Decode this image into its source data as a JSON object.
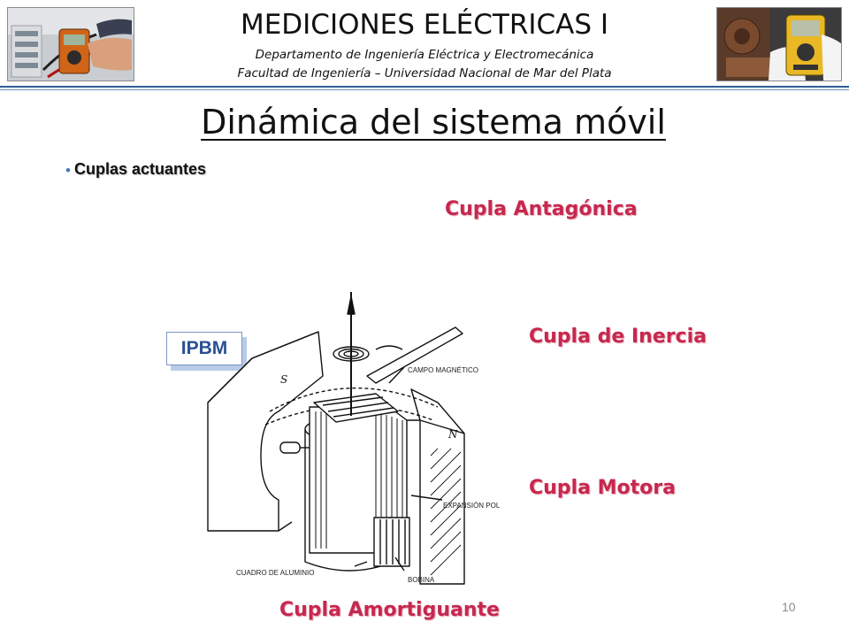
{
  "header": {
    "title": "MEDICIONES ELÉCTRICAS I",
    "department": "Departamento de Ingeniería Eléctrica y Electromecánica",
    "faculty": "Facultad de Ingeniería – Universidad Nacional de Mar del Plata"
  },
  "slide": {
    "title": "Dinámica del sistema móvil",
    "bullet": "Cuplas actuantes",
    "labels": {
      "antagonica": "Cupla Antagónica",
      "inercia": "Cupla de Inercia",
      "motora": "Cupla Motora",
      "amortiguante": "Cupla Amortiguante"
    },
    "instrument_type": "IPBM",
    "page_number": "10"
  },
  "diagram": {
    "campo": "CAMPO MAGNÉTICO",
    "expansion": "EXPANSIÓN POLAR",
    "cuadro": "CUADRO DE ALUMINIO",
    "bobina": "BOBINA",
    "pole_s": "S",
    "pole_n": "N"
  },
  "colors": {
    "accent_red": "#c6284e",
    "header_rule": "#2e5d96",
    "ipbm_text": "#2a4f92"
  }
}
